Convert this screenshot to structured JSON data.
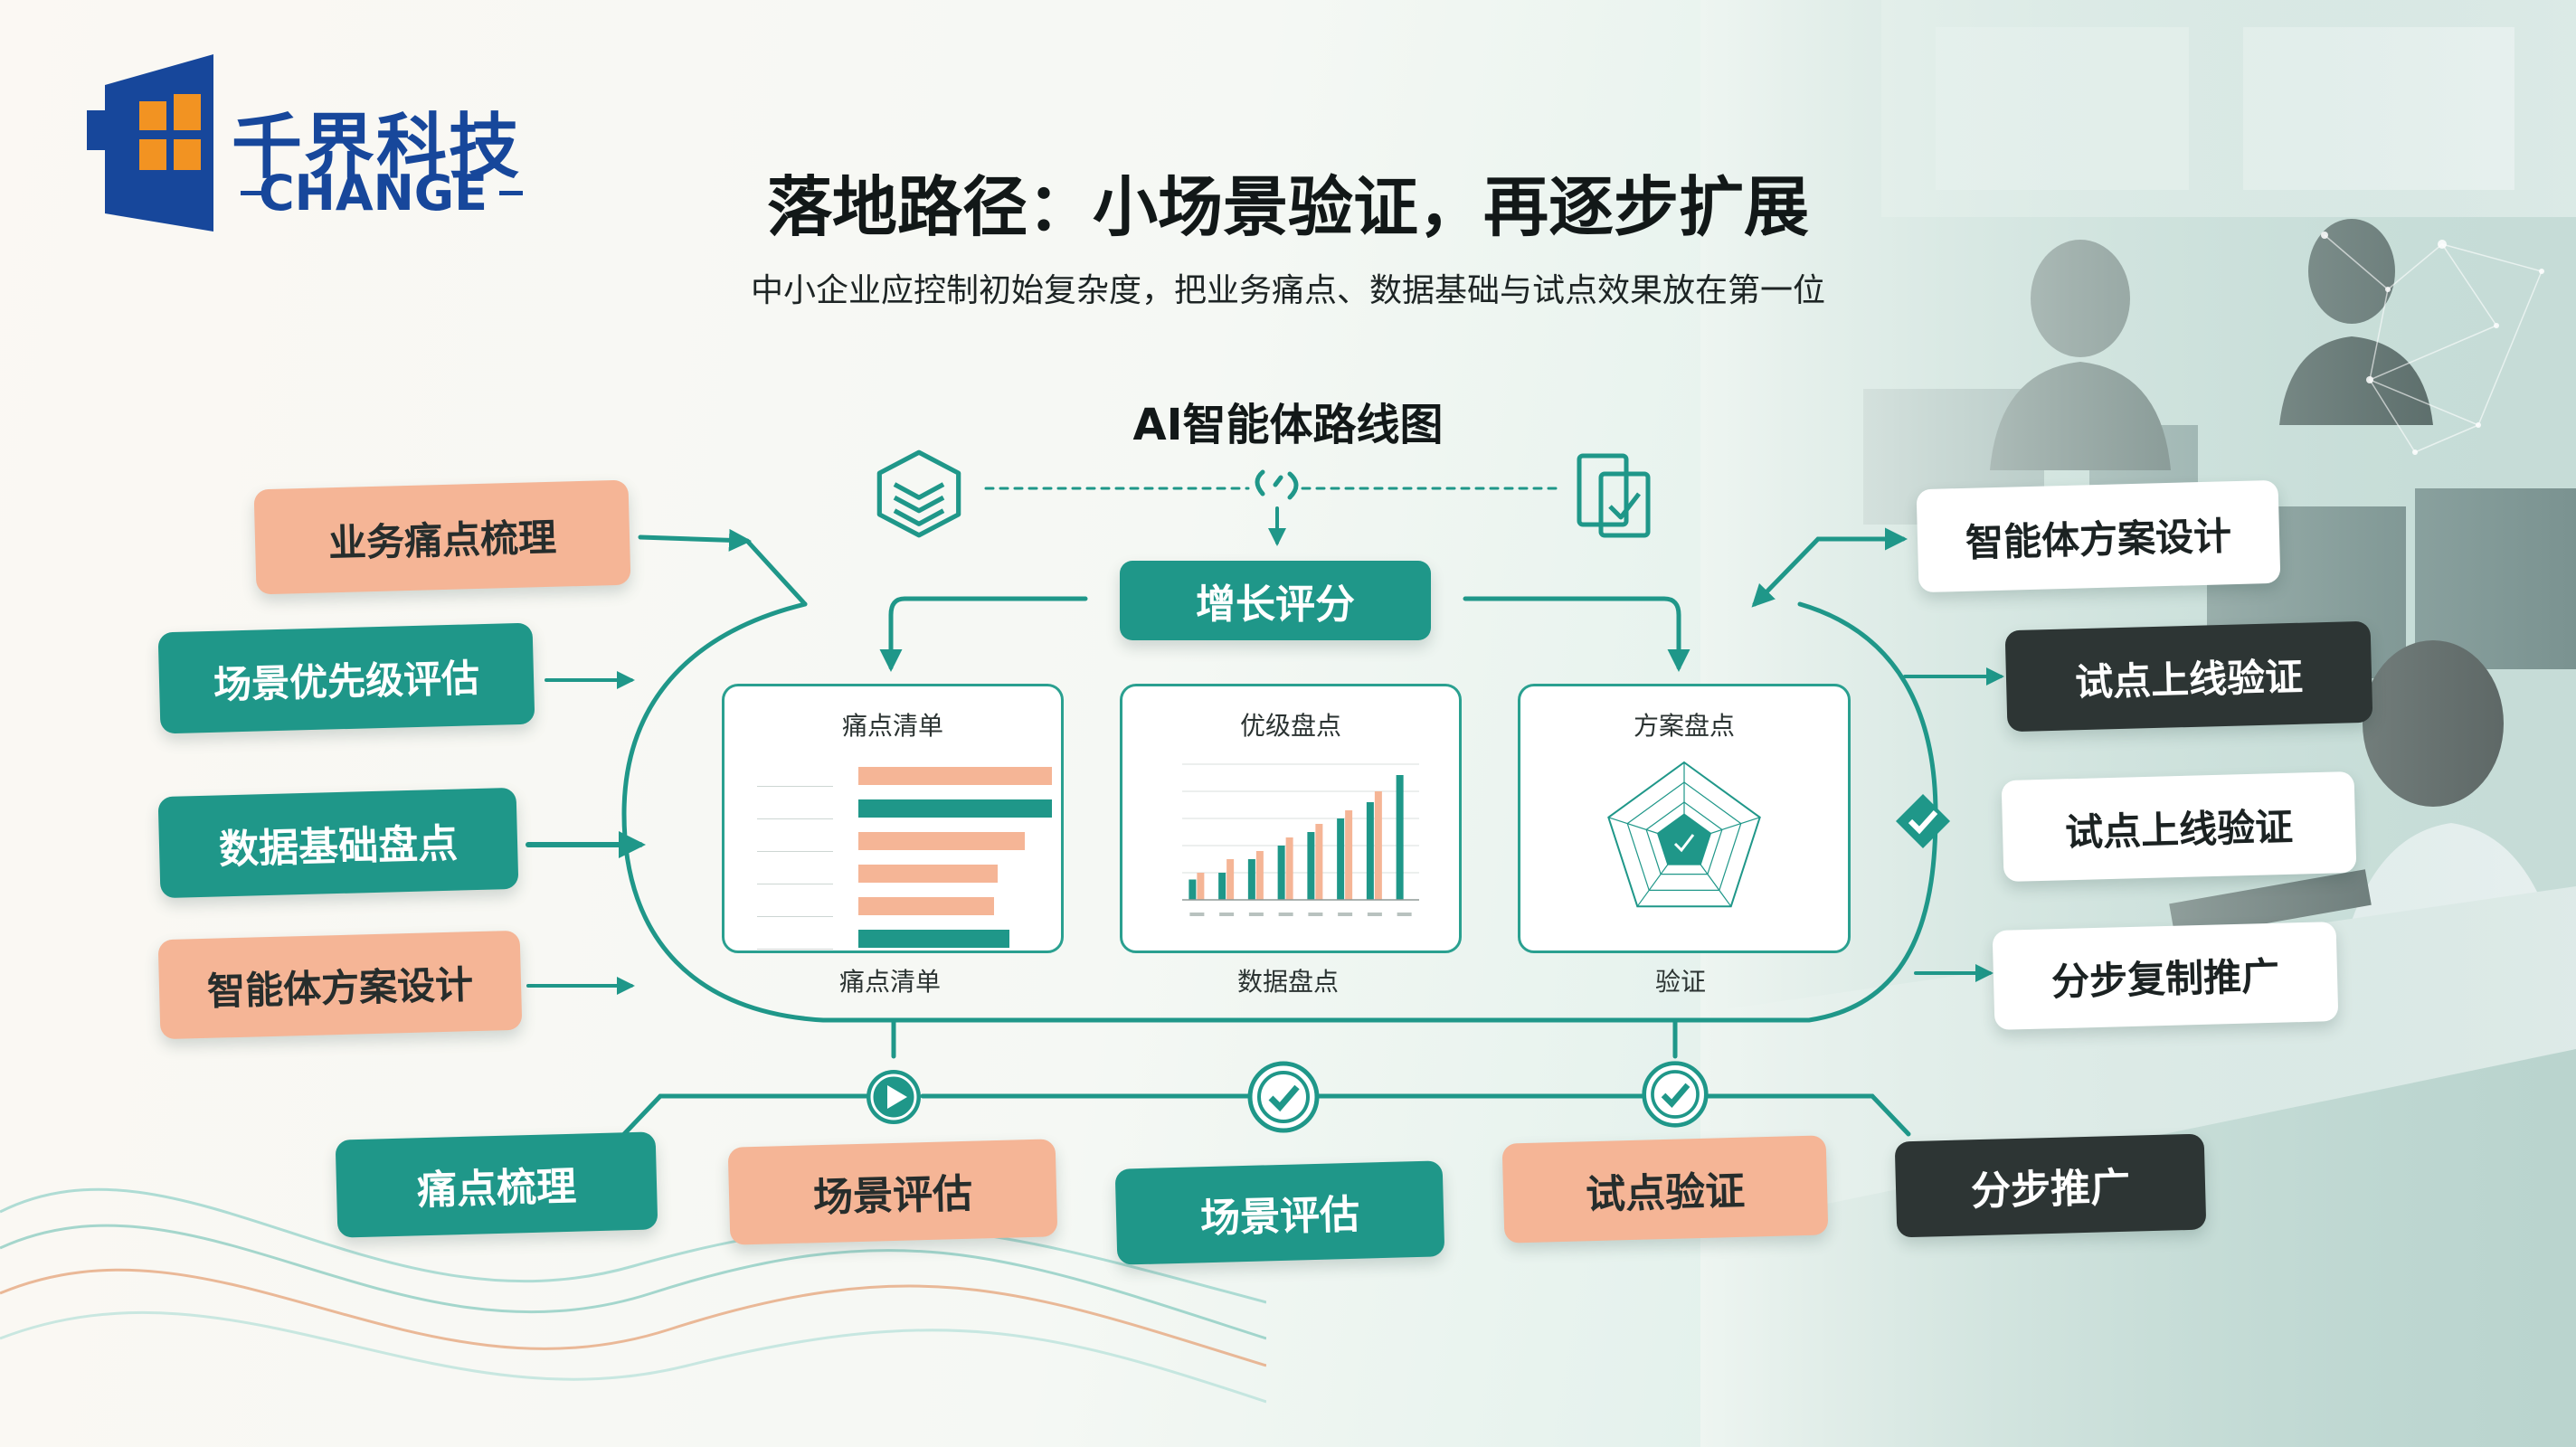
{
  "brand": {
    "name_cn": "千界科技",
    "name_en": "CHANGE",
    "colors": {
      "blue": "#17479b",
      "orange": "#f29322"
    }
  },
  "header": {
    "title": "落地路径：小场景验证，再逐步扩展",
    "subtitle": "中小企业应控制初始复杂度，把业务痛点、数据基础与试点效果放在第一位"
  },
  "roadmap": {
    "title": "AI智能体路线图",
    "center_label": "增长评分",
    "left_steps": [
      {
        "label": "业务痛点梳理",
        "style": "peach"
      },
      {
        "label": "场景优先级评估",
        "style": "teal"
      },
      {
        "label": "数据基础盘点",
        "style": "teal"
      },
      {
        "label": "智能体方案设计",
        "style": "peach"
      }
    ],
    "right_steps": [
      {
        "label": "智能体方案设计",
        "style": "white"
      },
      {
        "label": "试点上线验证",
        "style": "dark"
      },
      {
        "label": "试点上线验证",
        "style": "white"
      },
      {
        "label": "分步复制推广",
        "style": "white"
      }
    ],
    "bottom_steps": [
      {
        "label": "痛点梳理",
        "style": "teal"
      },
      {
        "label": "场景评估",
        "style": "peach"
      },
      {
        "label": "场景评估",
        "style": "teal"
      },
      {
        "label": "试点验证",
        "style": "peach"
      },
      {
        "label": "分步推广",
        "style": "dark"
      }
    ],
    "icons": {
      "top_left": "layers-icon",
      "top_middle": "link-icon",
      "top_right": "document-check-icon",
      "right_check": "check-icon",
      "bottom_markers": [
        "play-icon",
        "check-circle-icon",
        "check-circle-icon"
      ]
    },
    "panels": [
      {
        "title": "痛点清单",
        "caption": "痛点清单"
      },
      {
        "title": "优级盘点",
        "caption": "数据盘点"
      },
      {
        "title": "方案盘点",
        "caption": "验证"
      }
    ],
    "colors": {
      "teal": "#1f9789",
      "peach": "#f5b596",
      "dark": "#2d3534"
    }
  },
  "chart_data": [
    {
      "type": "bar",
      "title": "痛点清单",
      "orientation": "horizontal",
      "series": [
        {
          "color": "#f5b596",
          "values": [
            1.0,
            0,
            0.86,
            0.72,
            0.7,
            0
          ]
        },
        {
          "color": "#1f9789",
          "values": [
            0,
            1.0,
            0,
            0,
            0,
            0.78
          ]
        }
      ]
    },
    {
      "type": "bar",
      "title": "优级盘点",
      "series": [
        {
          "color": "#1f9789",
          "values": [
            0.15,
            0.2,
            0.3,
            0.4,
            0.5,
            0.6,
            0.72,
            0.92
          ]
        },
        {
          "color": "#f5b596",
          "values": [
            0.2,
            0.3,
            0.36,
            0.46,
            0.56,
            0.66,
            0.8,
            0.0
          ]
        }
      ]
    },
    {
      "type": "radar",
      "title": "方案盘点",
      "axes": 5,
      "values": [
        0.36,
        0.36,
        0.36,
        0.36,
        0.36
      ]
    }
  ]
}
